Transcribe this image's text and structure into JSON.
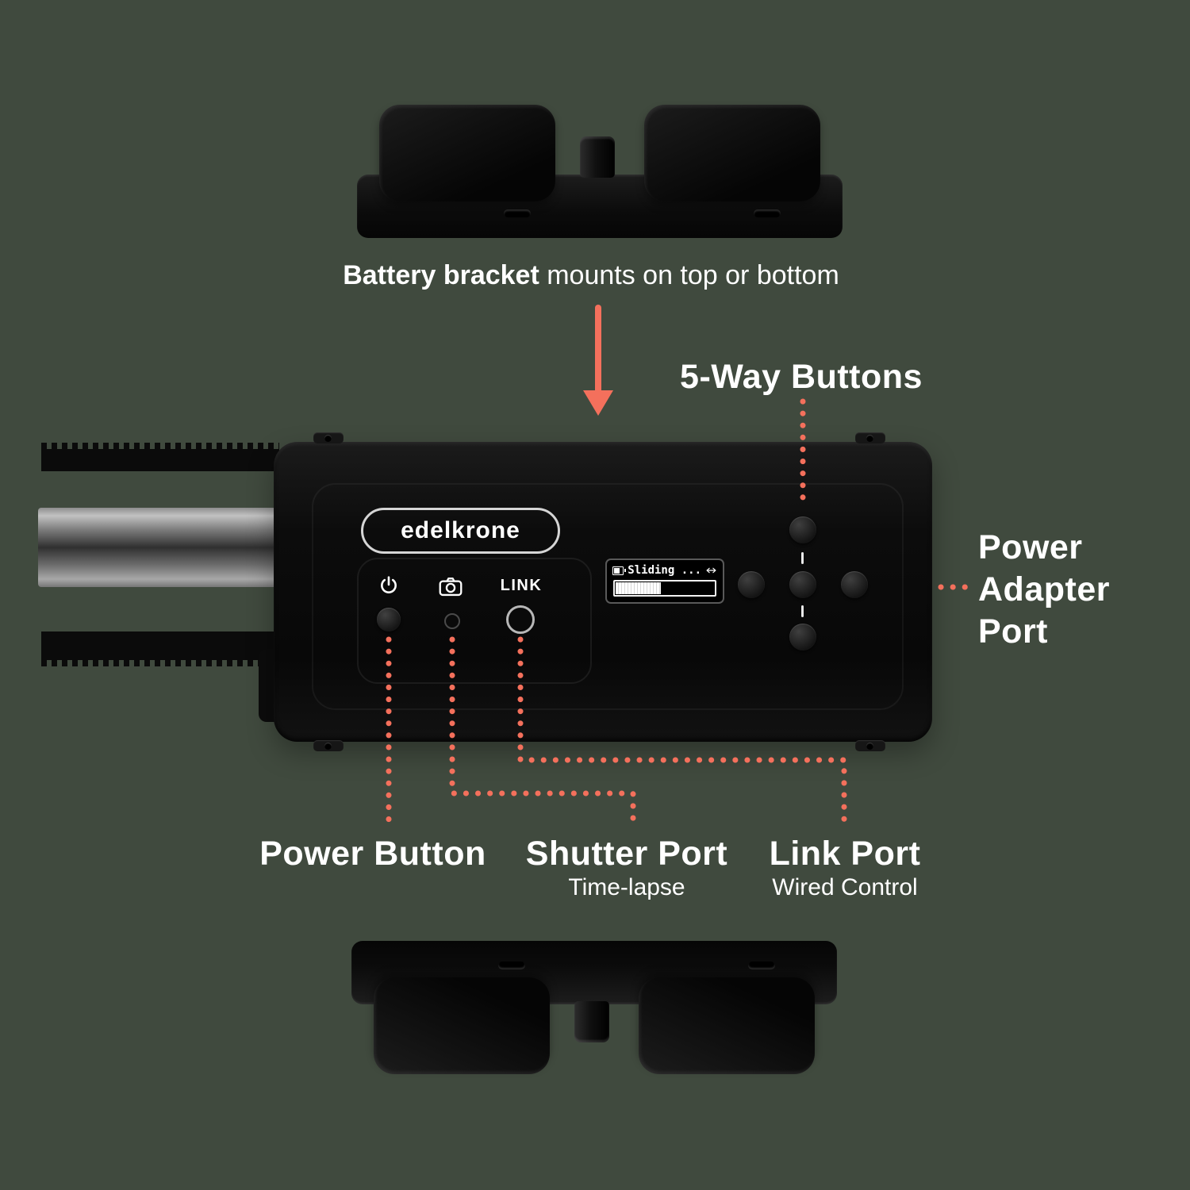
{
  "colors": {
    "background": "#404a3e",
    "accent": "#f4705c",
    "text": "#ffffff",
    "device_body": "#0d0d0d"
  },
  "caption": {
    "bold": "Battery bracket",
    "rest": " mounts on top or bottom"
  },
  "annotations": {
    "five_way_buttons": "5-Way Buttons",
    "power_adapter_port": [
      "Power",
      "Adapter",
      "Port"
    ],
    "power_button": "Power Button",
    "shutter_port": "Shutter Port",
    "shutter_port_sub": "Time-lapse",
    "link_port": "Link Port",
    "link_port_sub": "Wired Control"
  },
  "device": {
    "brand": "edelkrone",
    "link_label": "LINK",
    "display": {
      "status_text": "Sliding ...",
      "progress_percent": 45
    }
  },
  "icons": {
    "power": "power-icon",
    "shutter": "camera-icon",
    "battery": "battery-icon",
    "direction": "left-right-arrows-icon"
  }
}
